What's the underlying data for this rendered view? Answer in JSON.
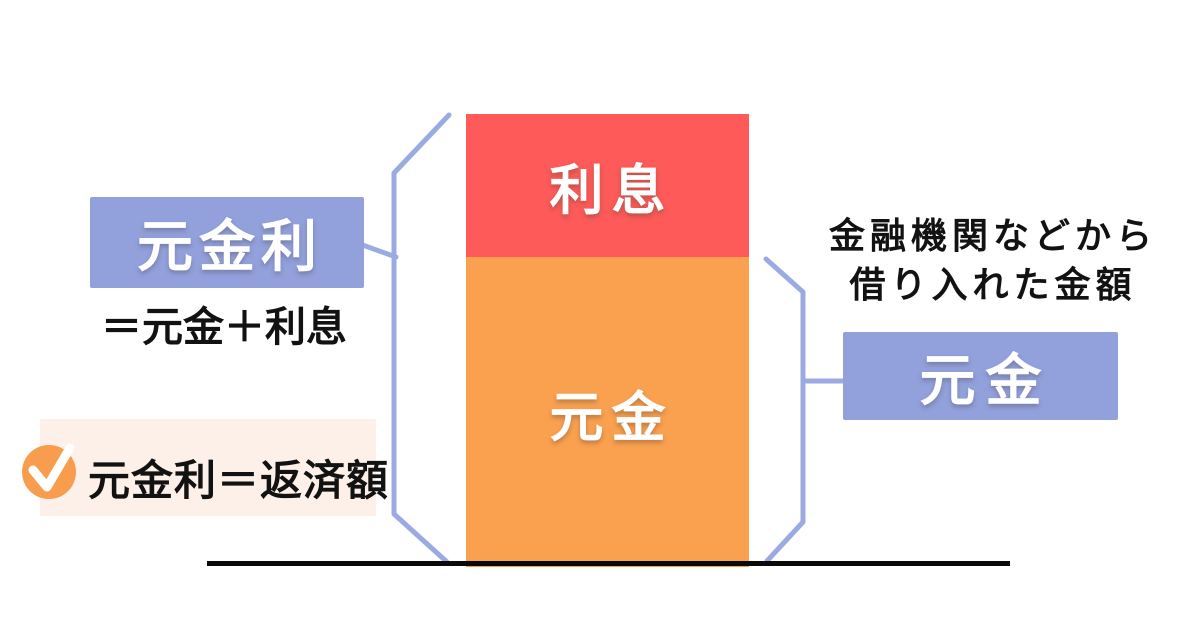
{
  "diagram": {
    "bar": {
      "interest_label": "利息",
      "interest_color": "#FD5A59",
      "principal_label": "元金",
      "principal_color": "#FAA14F"
    },
    "left_callout": {
      "title": "元金利",
      "formula": "＝元金＋利息",
      "box_color": "#92A0DB"
    },
    "note": {
      "text": "元金利＝返済額",
      "background_color": "#FCF0E8",
      "check_icon": "check-circle-icon",
      "check_color": "#F89C4E"
    },
    "right_callout": {
      "description_line1": "金融機関などから",
      "description_line2": "借り入れた金額",
      "title": "元金",
      "box_color": "#92A0DB"
    },
    "brace_color": "#9BABE1",
    "baseline_color": "#0A0A0A"
  }
}
